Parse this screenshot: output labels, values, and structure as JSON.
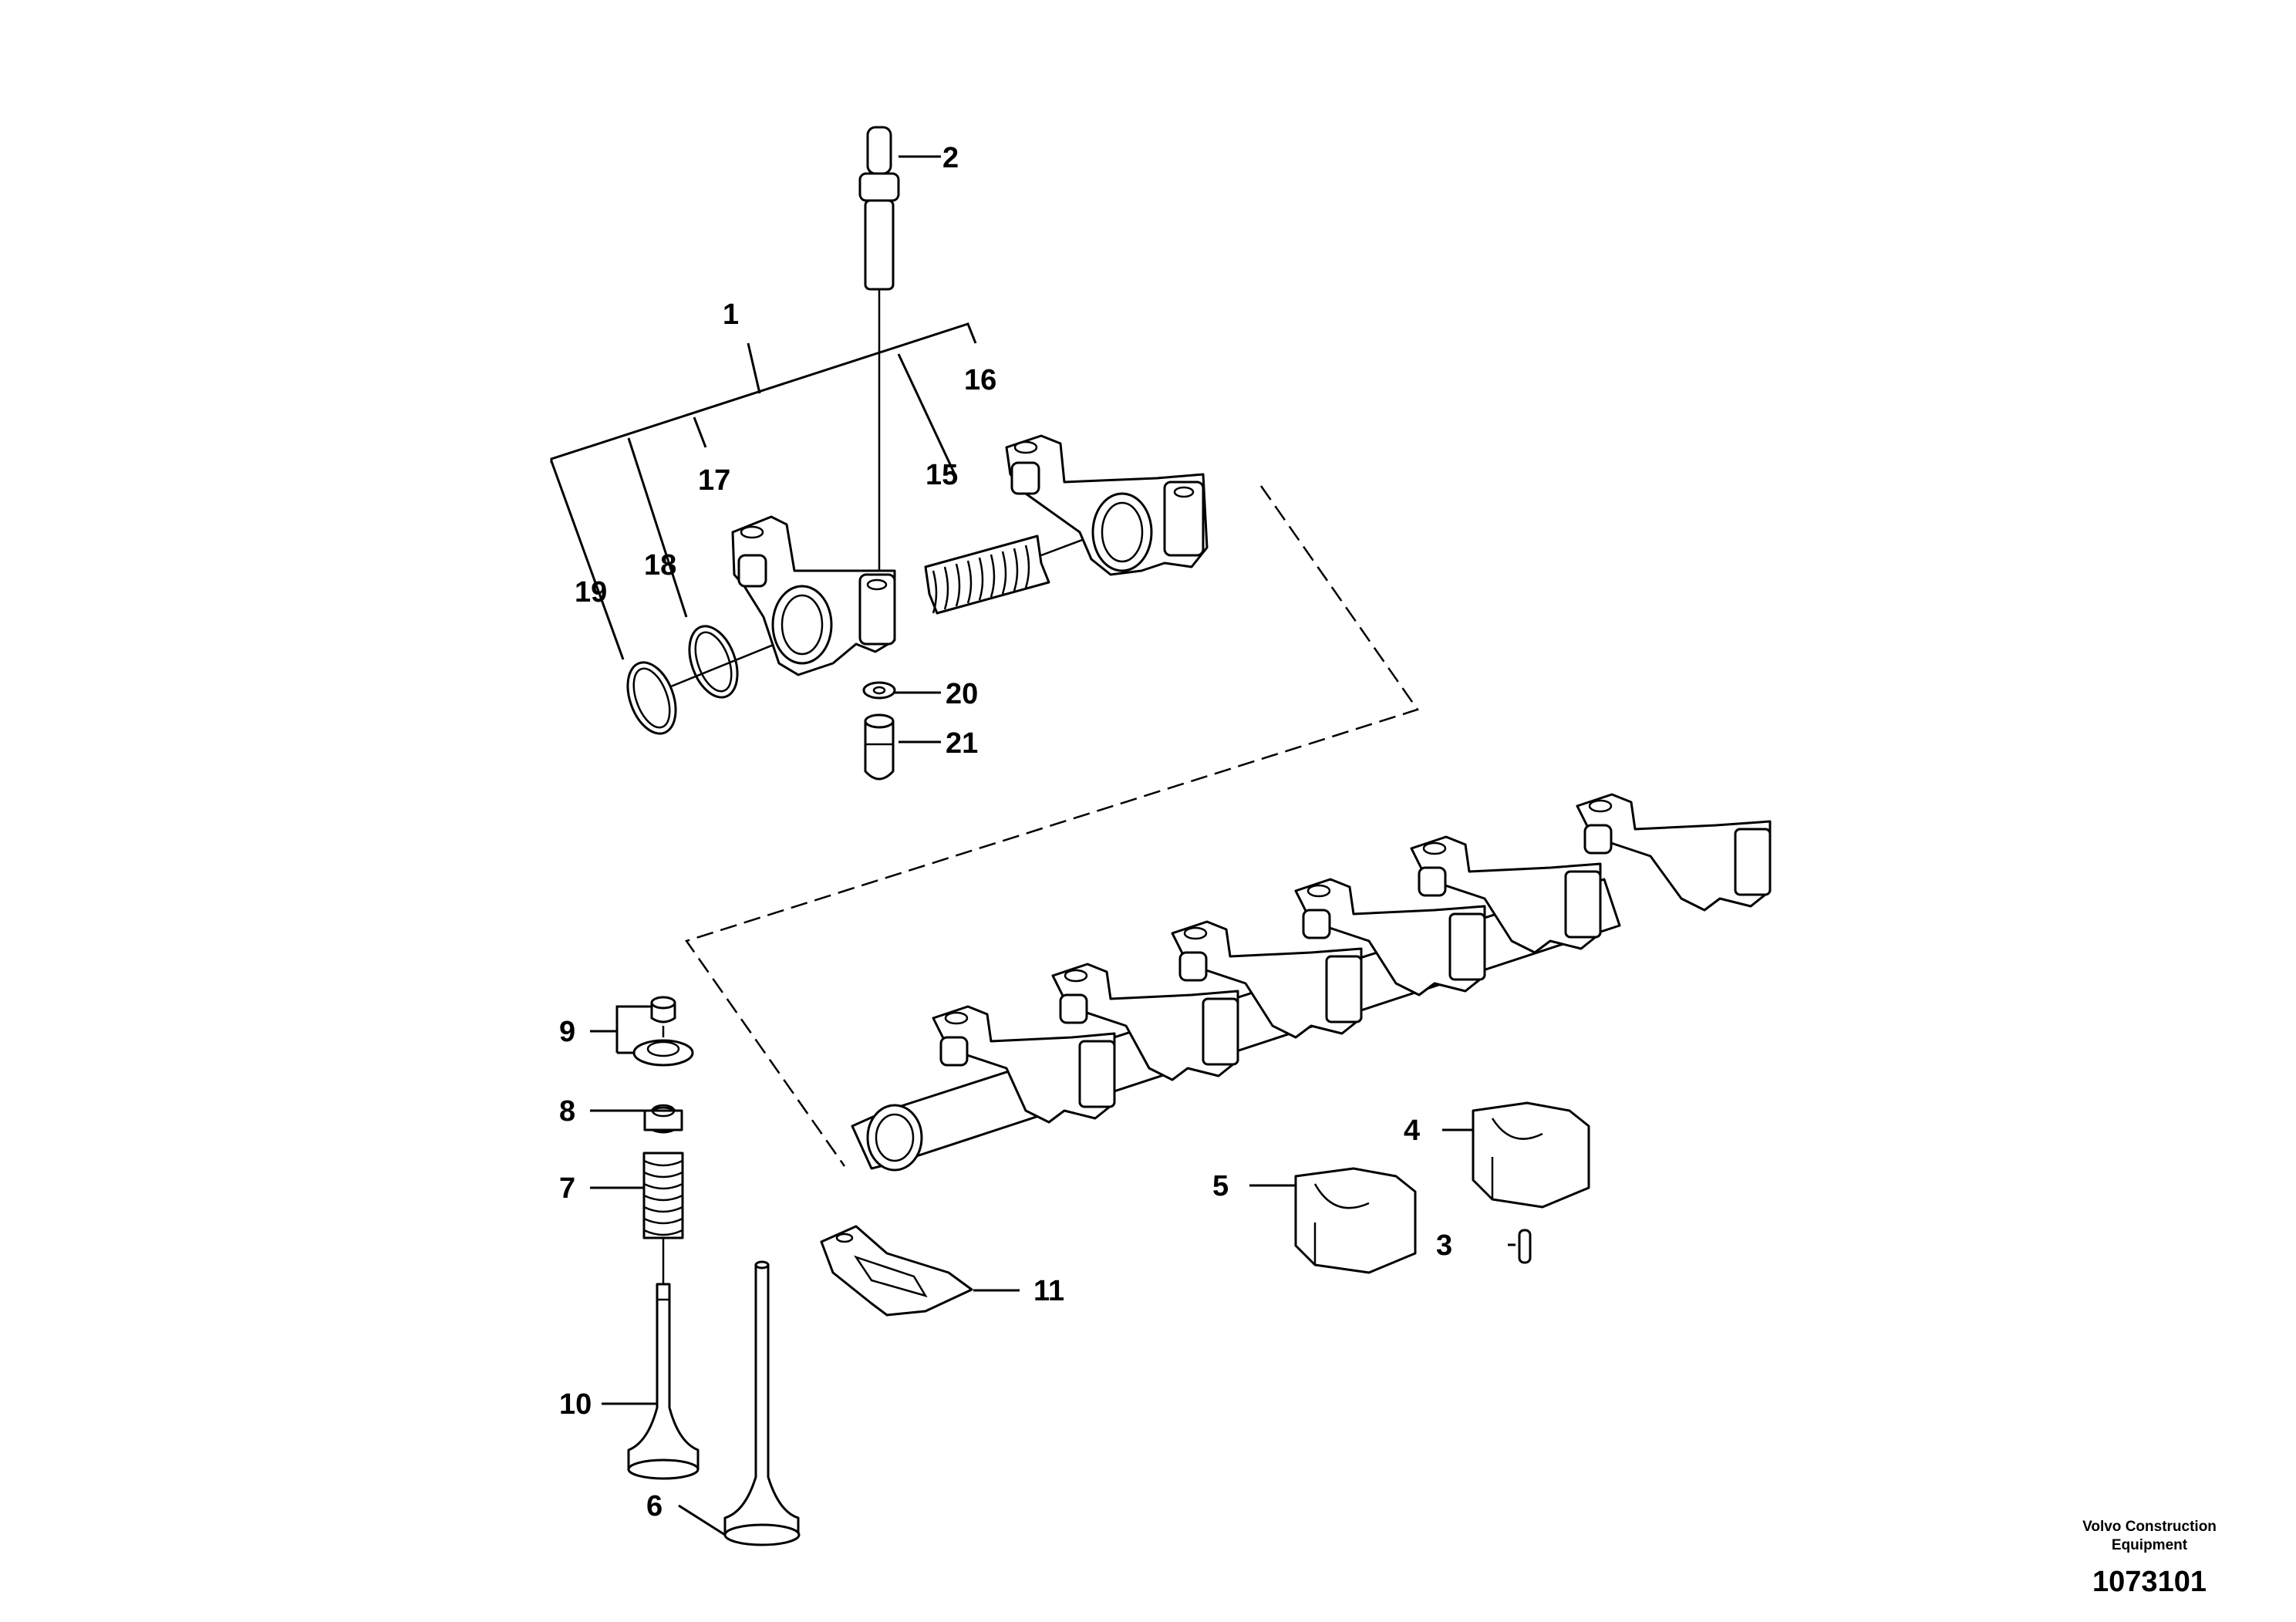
{
  "callouts": [
    {
      "id": "1",
      "text": "1"
    },
    {
      "id": "2",
      "text": "2"
    },
    {
      "id": "3",
      "text": "3"
    },
    {
      "id": "4",
      "text": "4"
    },
    {
      "id": "5",
      "text": "5"
    },
    {
      "id": "6",
      "text": "6"
    },
    {
      "id": "7",
      "text": "7"
    },
    {
      "id": "8",
      "text": "8"
    },
    {
      "id": "9",
      "text": "9"
    },
    {
      "id": "10",
      "text": "10"
    },
    {
      "id": "11",
      "text": "11"
    },
    {
      "id": "15",
      "text": "15"
    },
    {
      "id": "16",
      "text": "16"
    },
    {
      "id": "17",
      "text": "17"
    },
    {
      "id": "18",
      "text": "18"
    },
    {
      "id": "19",
      "text": "19"
    },
    {
      "id": "20",
      "text": "20"
    },
    {
      "id": "21",
      "text": "21"
    }
  ],
  "footer": {
    "brand_line1": "Volvo Construction",
    "brand_line2": "Equipment",
    "illustration_number": "1073101"
  }
}
